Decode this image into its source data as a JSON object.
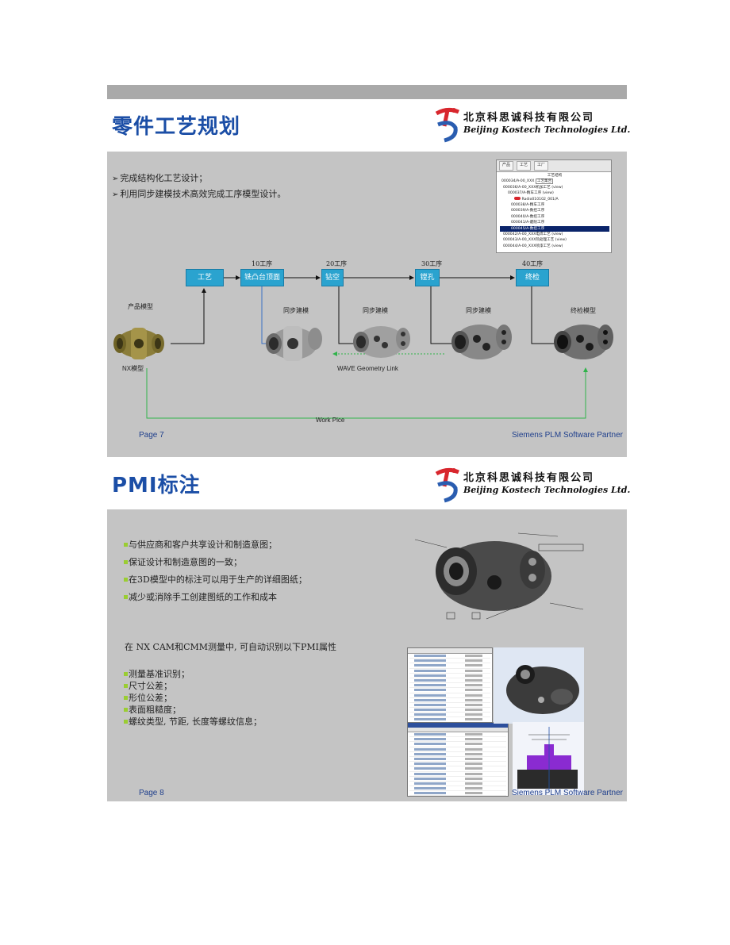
{
  "slide1": {
    "title": "零件工艺规划",
    "logo": {
      "cn": "北京科思诚科技有限公司",
      "en": "Beijing Kostech Technologies Ltd."
    },
    "bullets": [
      "完成结构化工艺设计；",
      "利用同步建模技术高效完成工序模型设计。"
    ],
    "tree": {
      "tabs": [
        "产品",
        "工艺",
        "工厂"
      ],
      "header": "工艺结构",
      "badge": "工艺集合",
      "rows": [
        "000034/A-00_XXX",
        "000036/A-00_XXX机加工艺 (view)",
        "000037/A-精车工序 (view)",
        "Radio010102_001/A",
        "000038/A-精车工序",
        "000039/A-数控工序",
        "000040/A-数控工序",
        "000041/A-磨削工序",
        "000045/A-数控工序",
        "000042/A-00_XXX电焊工艺 (view)",
        "000043/A-00_XXX热处理工艺 (view)",
        "000044/A-00_XXX喷漆工艺 (view)"
      ],
      "selected_index": 8
    },
    "process_steps": [
      {
        "box": "工艺",
        "label": ""
      },
      {
        "box": "铣凸台顶面",
        "label": "10工序"
      },
      {
        "box": "钻空",
        "label": "20工序"
      },
      {
        "box": "镗孔",
        "label": "30工序"
      },
      {
        "box": "终检",
        "label": "40工序"
      }
    ],
    "model_labels": {
      "product": "产品模型",
      "sync1": "同步建模",
      "sync2": "同步建模",
      "sync3": "同步建模",
      "final": "终检模型"
    },
    "nx_model": "NX模型",
    "wave_link": "WAVE Geometry  Link",
    "work_piece": "Work Pice",
    "page": "Page 7",
    "partner": "Siemens PLM Software Partner"
  },
  "slide2": {
    "title": "PMI标注",
    "logo": {
      "cn": "北京科思诚科技有限公司",
      "en": "Beijing Kostech Technologies Ltd."
    },
    "bullets": [
      "与供应商和客户共享设计和制造意图；",
      "保证设计和制造意图的一致；",
      "在3D模型中的标注可以用于生产的详细图纸；",
      "减少或消除手工创建图纸的工作和成本"
    ],
    "pmi_intro": "在 NX CAM和CMM测量中, 可自动识别以下PMI属性",
    "pmi_attrs": [
      "测量基准识别；",
      "尺寸公差；",
      "形位公差；",
      "表面粗糙度；",
      "螺纹类型, 节距, 长度等螺纹信息；"
    ],
    "page": "Page 8",
    "partner": "Siemens PLM Software Partner"
  },
  "colors": {
    "title": "#1b4ea6",
    "step_box": "#2aa3cf",
    "bullet": "#9acd32",
    "content_bg": "#c4c4c4",
    "footer": "#1f3f8c"
  }
}
